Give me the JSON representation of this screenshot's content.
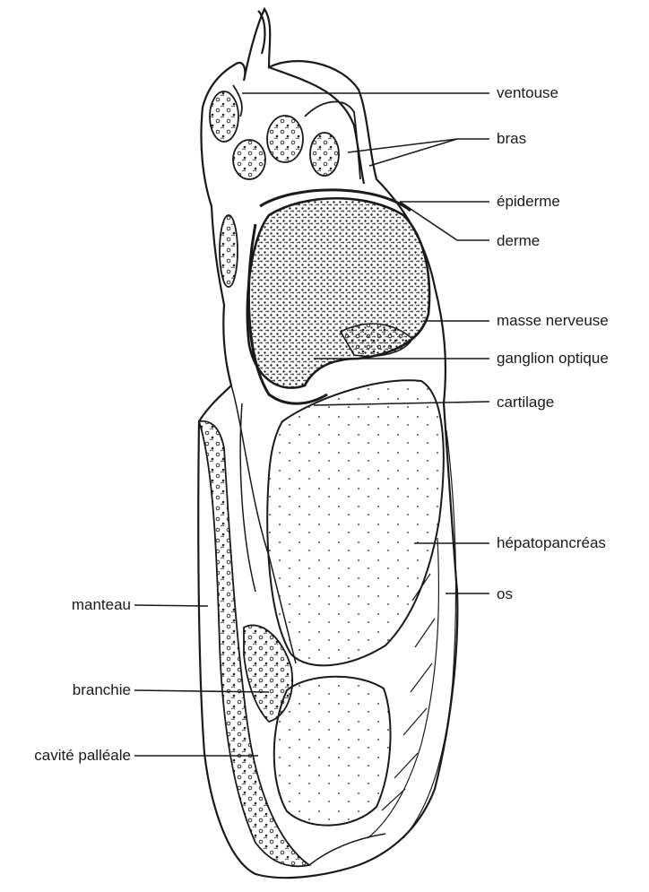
{
  "labels": {
    "ventouse": "ventouse",
    "bras": "bras",
    "epiderme": "épiderme",
    "derme": "derme",
    "masse_nerveuse": "masse nerveuse",
    "ganglion_optique": "ganglion optique",
    "cartilage": "cartilage",
    "hepatopancreas": "hépatopancréas",
    "os": "os",
    "manteau": "manteau",
    "branchie": "branchie",
    "cavite_palleale": "cavité palléale"
  },
  "colors": {
    "ink": "#1a1a1a",
    "stipple": "#5a5a5a",
    "paper": "#ffffff"
  }
}
